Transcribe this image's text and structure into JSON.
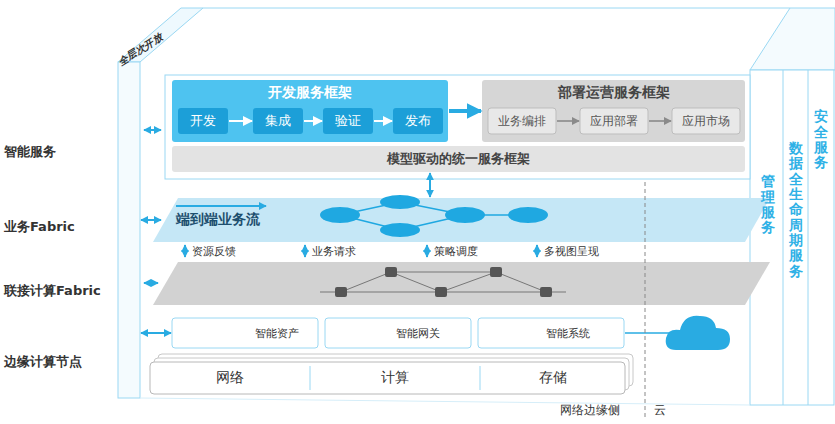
{
  "diagram": {
    "nodes": [
      {
        "text": [
          "全层次开放"
        ]
      },
      {
        "text": [
          "开发服务框架"
        ]
      },
      {
        "text": [
          "开发"
        ],
        "in": 1
      },
      {
        "text": [
          "集成"
        ],
        "in": 1
      },
      {
        "text": [
          "验证"
        ],
        "in": 1
      },
      {
        "text": [
          "发布"
        ],
        "in": 1
      },
      {
        "text": [
          "部署运营服务框架"
        ]
      },
      {
        "text": [
          "业务编排"
        ],
        "in": 6
      },
      {
        "text": [
          "应用部署"
        ],
        "in": 6
      },
      {
        "text": [
          "应用市场"
        ],
        "in": 6
      },
      {
        "text": [
          "模型驱动的统一服务框架"
        ]
      },
      {
        "text": [
          "端到端业务流"
        ]
      },
      {
        "text": [
          "智能资产"
        ]
      },
      {
        "text": [
          "智能网关"
        ]
      },
      {
        "text": [
          "智能系统"
        ]
      },
      {
        "text": [
          "网络"
        ]
      },
      {
        "text": [
          "计算"
        ]
      },
      {
        "text": [
          "存储"
        ]
      },
      {
        "text": [
          "管理服务"
        ]
      },
      {
        "text": [
          "数据全生命周期服务"
        ]
      },
      {
        "text": [
          "安全服务"
        ]
      }
    ],
    "edges": [
      {
        "from": 2,
        "to": 3,
        "arrow": "to"
      },
      {
        "from": 3,
        "to": 4,
        "arrow": "to"
      },
      {
        "from": 4,
        "to": 5,
        "arrow": "to"
      },
      {
        "from": 1,
        "to": 6,
        "arrow": "to"
      },
      {
        "from": 7,
        "to": 8,
        "arrow": "to"
      },
      {
        "from": 8,
        "to": 9,
        "arrow": "to"
      },
      {
        "from": 10,
        "to": 11,
        "arrow": "both"
      },
      {
        "from": 0,
        "to": 11,
        "arrow": "both"
      },
      {
        "from": 0,
        "to": 12,
        "arrow": "both"
      }
    ],
    "labels": [
      "智能服务",
      "业务Fabric",
      "联接计算Fabric",
      "边缘计算节点",
      "资源反馈",
      "业务请求",
      "策略调度",
      "多视图呈现",
      "网络边缘侧",
      "云"
    ]
  }
}
